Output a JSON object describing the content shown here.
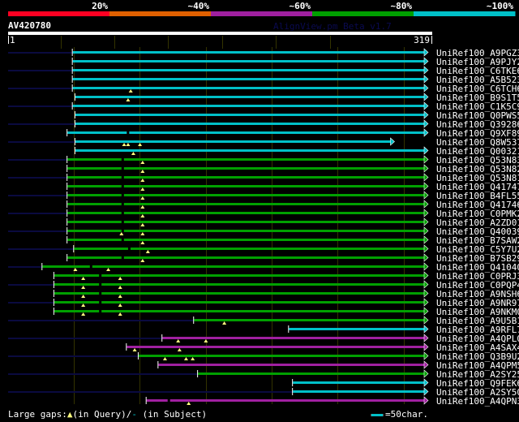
{
  "colors": {
    "red": "#ff0022",
    "orange": "#e06000",
    "magenta": "#a020a0",
    "green": "#00a000",
    "cyan": "#00c0c8",
    "navy": "#0a0a40",
    "gap": "#ffff80",
    "grid": "#333300"
  },
  "identity_bar": {
    "labels": [
      "20%",
      "~40%",
      "~60%",
      "~80%",
      "~100%"
    ],
    "colors": [
      "red",
      "orange",
      "magenta",
      "green",
      "cyan"
    ]
  },
  "query": {
    "name": "AV420780",
    "start": "1",
    "end": "319",
    "length": 319
  },
  "watermark": "AlignView.pm Beta v1.7",
  "hits": [
    {
      "label": "UniRef100_A9PGZ3",
      "color": "cyan",
      "start": 50,
      "gaps": []
    },
    {
      "label": "UniRef100_A9PJY2",
      "color": "cyan",
      "start": 50,
      "gaps": []
    },
    {
      "label": "UniRef100_C6TKE6",
      "color": "cyan",
      "start": 50,
      "gaps": []
    },
    {
      "label": "UniRef100_A5B523",
      "color": "cyan",
      "start": 50,
      "gaps": []
    },
    {
      "label": "UniRef100_C6TCH6",
      "color": "cyan",
      "start": 50,
      "gaps": [
        94
      ]
    },
    {
      "label": "UniRef100_B9S1T5",
      "color": "cyan",
      "start": 52,
      "gaps": [
        92
      ]
    },
    {
      "label": "UniRef100_C1K5C9",
      "color": "cyan",
      "start": 50,
      "gaps": []
    },
    {
      "label": "UniRef100_Q0PWS5",
      "color": "cyan",
      "start": 52,
      "gaps": []
    },
    {
      "label": "UniRef100_Q39286",
      "color": "cyan",
      "start": 52,
      "gaps": []
    },
    {
      "label": "UniRef100_Q9XF89",
      "color": "cyan",
      "start": 46,
      "gaps": [],
      "sgaps": [
        91
      ]
    },
    {
      "label": "UniRef100_Q8W537",
      "color": "cyan",
      "start": 52,
      "end": 291,
      "gaps": [
        89,
        92,
        101
      ]
    },
    {
      "label": "UniRef100_Q00321",
      "color": "cyan",
      "start": 52,
      "gaps": [
        96
      ]
    },
    {
      "label": "UniRef100_Q53N83",
      "color": "green",
      "start": 46,
      "gaps": [
        103
      ],
      "sgaps": [
        87
      ]
    },
    {
      "label": "UniRef100_Q53N82",
      "color": "green",
      "start": 46,
      "gaps": [
        103
      ],
      "sgaps": [
        87
      ]
    },
    {
      "label": "UniRef100_Q53N81",
      "color": "green",
      "start": 46,
      "gaps": [
        103
      ],
      "sgaps": [
        87
      ]
    },
    {
      "label": "UniRef100_Q41747",
      "color": "green",
      "start": 46,
      "gaps": [
        103
      ],
      "sgaps": [
        87
      ]
    },
    {
      "label": "UniRef100_B4FL55",
      "color": "green",
      "start": 46,
      "gaps": [
        103
      ],
      "sgaps": [
        87
      ]
    },
    {
      "label": "UniRef100_Q41746",
      "color": "green",
      "start": 46,
      "gaps": [
        103
      ],
      "sgaps": [
        87
      ]
    },
    {
      "label": "UniRef100_C0PMK2",
      "color": "green",
      "start": 46,
      "gaps": [
        103
      ],
      "sgaps": [
        87
      ]
    },
    {
      "label": "UniRef100_A2ZD01",
      "color": "green",
      "start": 46,
      "gaps": [
        103
      ],
      "sgaps": [
        87
      ]
    },
    {
      "label": "UniRef100_Q40039",
      "color": "green",
      "start": 46,
      "gaps": [
        87,
        103
      ],
      "sgaps": [
        87
      ]
    },
    {
      "label": "UniRef100_B7SAW2",
      "color": "green",
      "start": 46,
      "gaps": [
        103
      ],
      "sgaps": [
        87
      ]
    },
    {
      "label": "UniRef100_C5Y7U2",
      "color": "green",
      "start": 51,
      "gaps": [
        107
      ],
      "sgaps": [
        92
      ]
    },
    {
      "label": "UniRef100_B7SB29",
      "color": "green",
      "start": 46,
      "gaps": [
        103
      ],
      "sgaps": [
        87
      ]
    },
    {
      "label": "UniRef100_Q41040",
      "color": "green",
      "start": 27,
      "gaps": [
        52,
        77
      ],
      "sgaps": [
        63
      ]
    },
    {
      "label": "UniRef100_C0PRJ3",
      "color": "green",
      "start": 36,
      "gaps": [
        58,
        86
      ],
      "sgaps": [
        70
      ]
    },
    {
      "label": "UniRef100_C0PQP4",
      "color": "green",
      "start": 36,
      "gaps": [
        58,
        86
      ],
      "sgaps": [
        70
      ]
    },
    {
      "label": "UniRef100_A9NSH6",
      "color": "green",
      "start": 36,
      "gaps": [
        58,
        86
      ],
      "sgaps": [
        70
      ]
    },
    {
      "label": "UniRef100_A9NR97",
      "color": "green",
      "start": 36,
      "gaps": [
        58,
        86
      ],
      "sgaps": [
        70
      ]
    },
    {
      "label": "UniRef100_A9NKM0",
      "color": "green",
      "start": 36,
      "gaps": [
        58,
        86
      ],
      "sgaps": [
        70
      ]
    },
    {
      "label": "UniRef100_A9U5B1",
      "color": "green",
      "start": 142,
      "gaps": [
        165
      ]
    },
    {
      "label": "UniRef100_A9RFL7",
      "color": "cyan",
      "start": 214,
      "gaps": []
    },
    {
      "label": "UniRef100_A4QPL0",
      "color": "magenta",
      "start": 118,
      "gaps": [
        130,
        151
      ]
    },
    {
      "label": "UniRef100_A4SAX4",
      "color": "magenta",
      "start": 91,
      "gaps": [
        97,
        131
      ]
    },
    {
      "label": "UniRef100_Q3B9U2",
      "color": "green",
      "start": 100,
      "gaps": [
        120,
        136,
        141
      ]
    },
    {
      "label": "UniRef100_A4QPM5",
      "color": "magenta",
      "start": 115,
      "gaps": []
    },
    {
      "label": "UniRef100_A2SY25",
      "color": "green",
      "start": 145,
      "gaps": []
    },
    {
      "label": "UniRef100_Q9FEK6",
      "color": "cyan",
      "start": 217,
      "gaps": []
    },
    {
      "label": "UniRef100_A2SY50",
      "color": "cyan",
      "start": 217,
      "gaps": []
    },
    {
      "label": "UniRef100_A4QPN3",
      "color": "magenta",
      "start": 106,
      "gaps": [
        138
      ],
      "sgaps": [
        122
      ]
    }
  ],
  "legend": {
    "prefix": "Large gaps:",
    "query_gap": "(in Query)/",
    "subject_gap": "(in Subject)",
    "scale": "=50char."
  }
}
